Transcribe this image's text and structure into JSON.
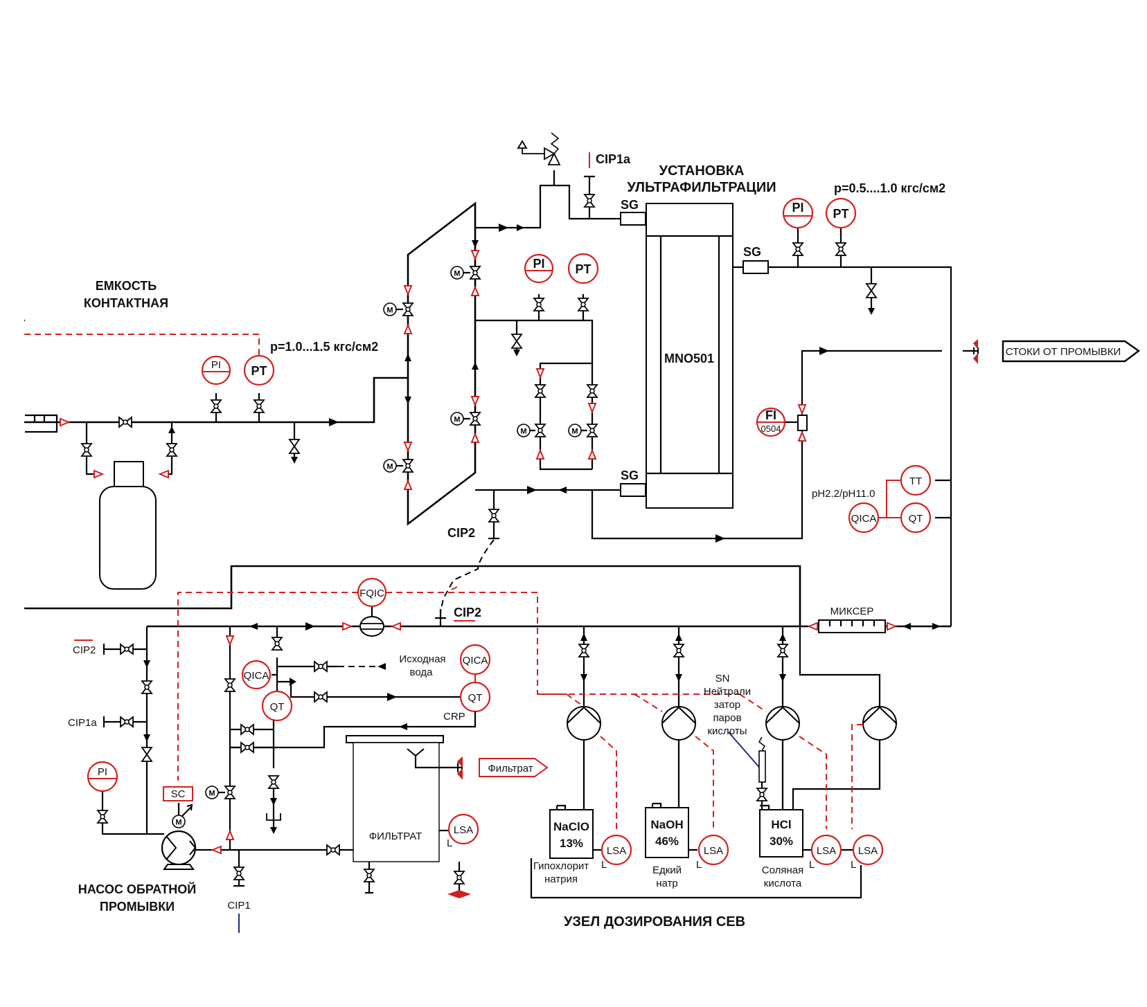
{
  "colors": {
    "line": "#000000",
    "signal": "#d21f1f",
    "background": "#ffffff"
  },
  "titles": {
    "tank_contact": [
      "ЕМКОСТЬ",
      "КОНТАКТНАЯ"
    ],
    "uf_unit": [
      "УСТАНОВКА",
      "УЛЬТРАФИЛЬТРАЦИИ"
    ],
    "backwash_pump": [
      "НАСОС ОБРАТНОЙ",
      "ПРОМЫВКИ"
    ],
    "dosing_unit": "УЗЕЛ ДОЗИРОВАНИЯ СЕВ"
  },
  "labels": {
    "pressure_inlet": "р=1.0...1.5 кгс/см2",
    "pressure_outlet": "р=0.5....1.0 кгс/см2",
    "module": "MNO501",
    "mixer": "МИКСЕР",
    "ph_range": "pH2.2/pH11.0",
    "filtrate_tank": "ФИЛЬТРАТ",
    "source_water": [
      "Исходная",
      "вода"
    ],
    "crp": "CRP",
    "neutralizer": [
      "SN",
      "Нейтрали",
      "затор",
      "паров",
      "кислоты"
    ],
    "cip1a_top": "CIP1a",
    "cip2_a": "CIP2",
    "cip2_b": "CIP2",
    "cip2_left": "CIP2",
    "cip1a_left": "CIP1a",
    "cip1_bottom": "CIP1",
    "sg": [
      "SG",
      "SG",
      "SG"
    ],
    "level_l": "L"
  },
  "flags": {
    "drain": "СТОКИ ОТ ПРОМЫВКИ",
    "filtrate": "Фильтрат"
  },
  "instruments": {
    "pi_in": "PI",
    "pt_in": "PT",
    "pi_mid": "PI",
    "pt_mid": "PT",
    "pi_out": "PI",
    "pt_out": "PT",
    "fi": "FI",
    "fi_tag": "0504",
    "tt": "TT",
    "qica_ph": "QICA",
    "qt_ph": "QT",
    "fqic": "FQIC",
    "qica_1": "QICA",
    "qt_1": "QT",
    "qica_2": "QICA",
    "qt_2": "QT",
    "pi_pump": "PI",
    "sc": "SC",
    "lsa_filtrate": "LSA",
    "lsa_1": "LSA",
    "lsa_2": "LSA",
    "lsa_3": "LSA",
    "lsa_4": "LSA"
  },
  "chemicals": [
    {
      "formula": "NaClO",
      "percent": "13%",
      "name": [
        "Гипохлорит",
        "натрия"
      ]
    },
    {
      "formula": "NaOH",
      "percent": "46%",
      "name": [
        "Едкий",
        "натр"
      ]
    },
    {
      "formula": "HCl",
      "percent": "30%",
      "name": [
        "Соляная",
        "кислота"
      ]
    }
  ],
  "icons": [
    "motor-icon",
    "valve-icon",
    "pump-icon",
    "check-valve-icon",
    "relief-valve-icon",
    "funnel-icon",
    "vent-icon"
  ]
}
